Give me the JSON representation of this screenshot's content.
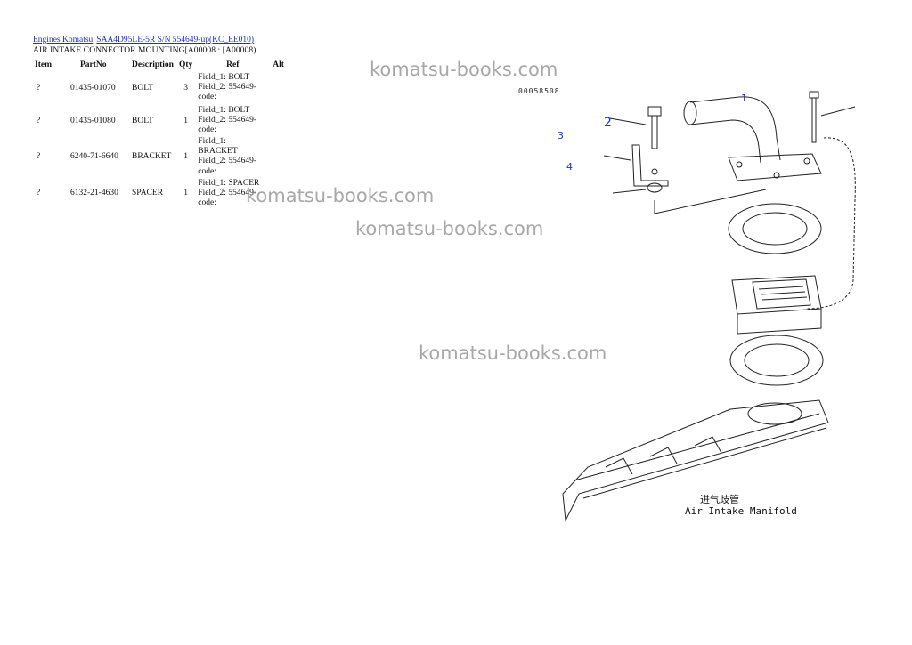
{
  "breadcrumb": {
    "link1": "Engines Komatsu",
    "link2": "SAA4D95LE-5R S/N 554649-up(KC_EE010)"
  },
  "subtitle": "AIR INTAKE CONNECTOR MOUNTING[A00008 : [A00008)",
  "table": {
    "headers": [
      "Item",
      "PartNo",
      "Description",
      "Qty",
      "Ref",
      "Alt"
    ],
    "rows": [
      {
        "item": "?",
        "partno": "01435-01070",
        "description": "BOLT",
        "qty": "3",
        "ref1": "Field_1: BOLT",
        "ref2": "Field_2: 554649-",
        "ref3": "code:"
      },
      {
        "item": "?",
        "partno": "01435-01080",
        "description": "BOLT",
        "qty": "1",
        "ref1": "Field_1: BOLT",
        "ref2": "Field_2: 554649-",
        "ref3": "code:"
      },
      {
        "item": "?",
        "partno": "6240-71-6640",
        "description": "BRACKET",
        "qty": "1",
        "ref1": "Field_1: BRACKET",
        "ref2": "Field_2: 554649-",
        "ref3": "code:"
      },
      {
        "item": "?",
        "partno": "6132-21-4630",
        "description": "SPACER",
        "qty": "1",
        "ref1": "Field_1: SPACER",
        "ref2": "Field_2: 554649-",
        "ref3": "code:"
      }
    ]
  },
  "watermark": "komatsu-books.com",
  "diagram": {
    "code": "00058508",
    "callouts": [
      "1",
      "2",
      "3",
      "4"
    ],
    "caption_cn": "进气歧管",
    "caption_en": "Air Intake Manifold",
    "accent_color": "#1a33c8"
  }
}
